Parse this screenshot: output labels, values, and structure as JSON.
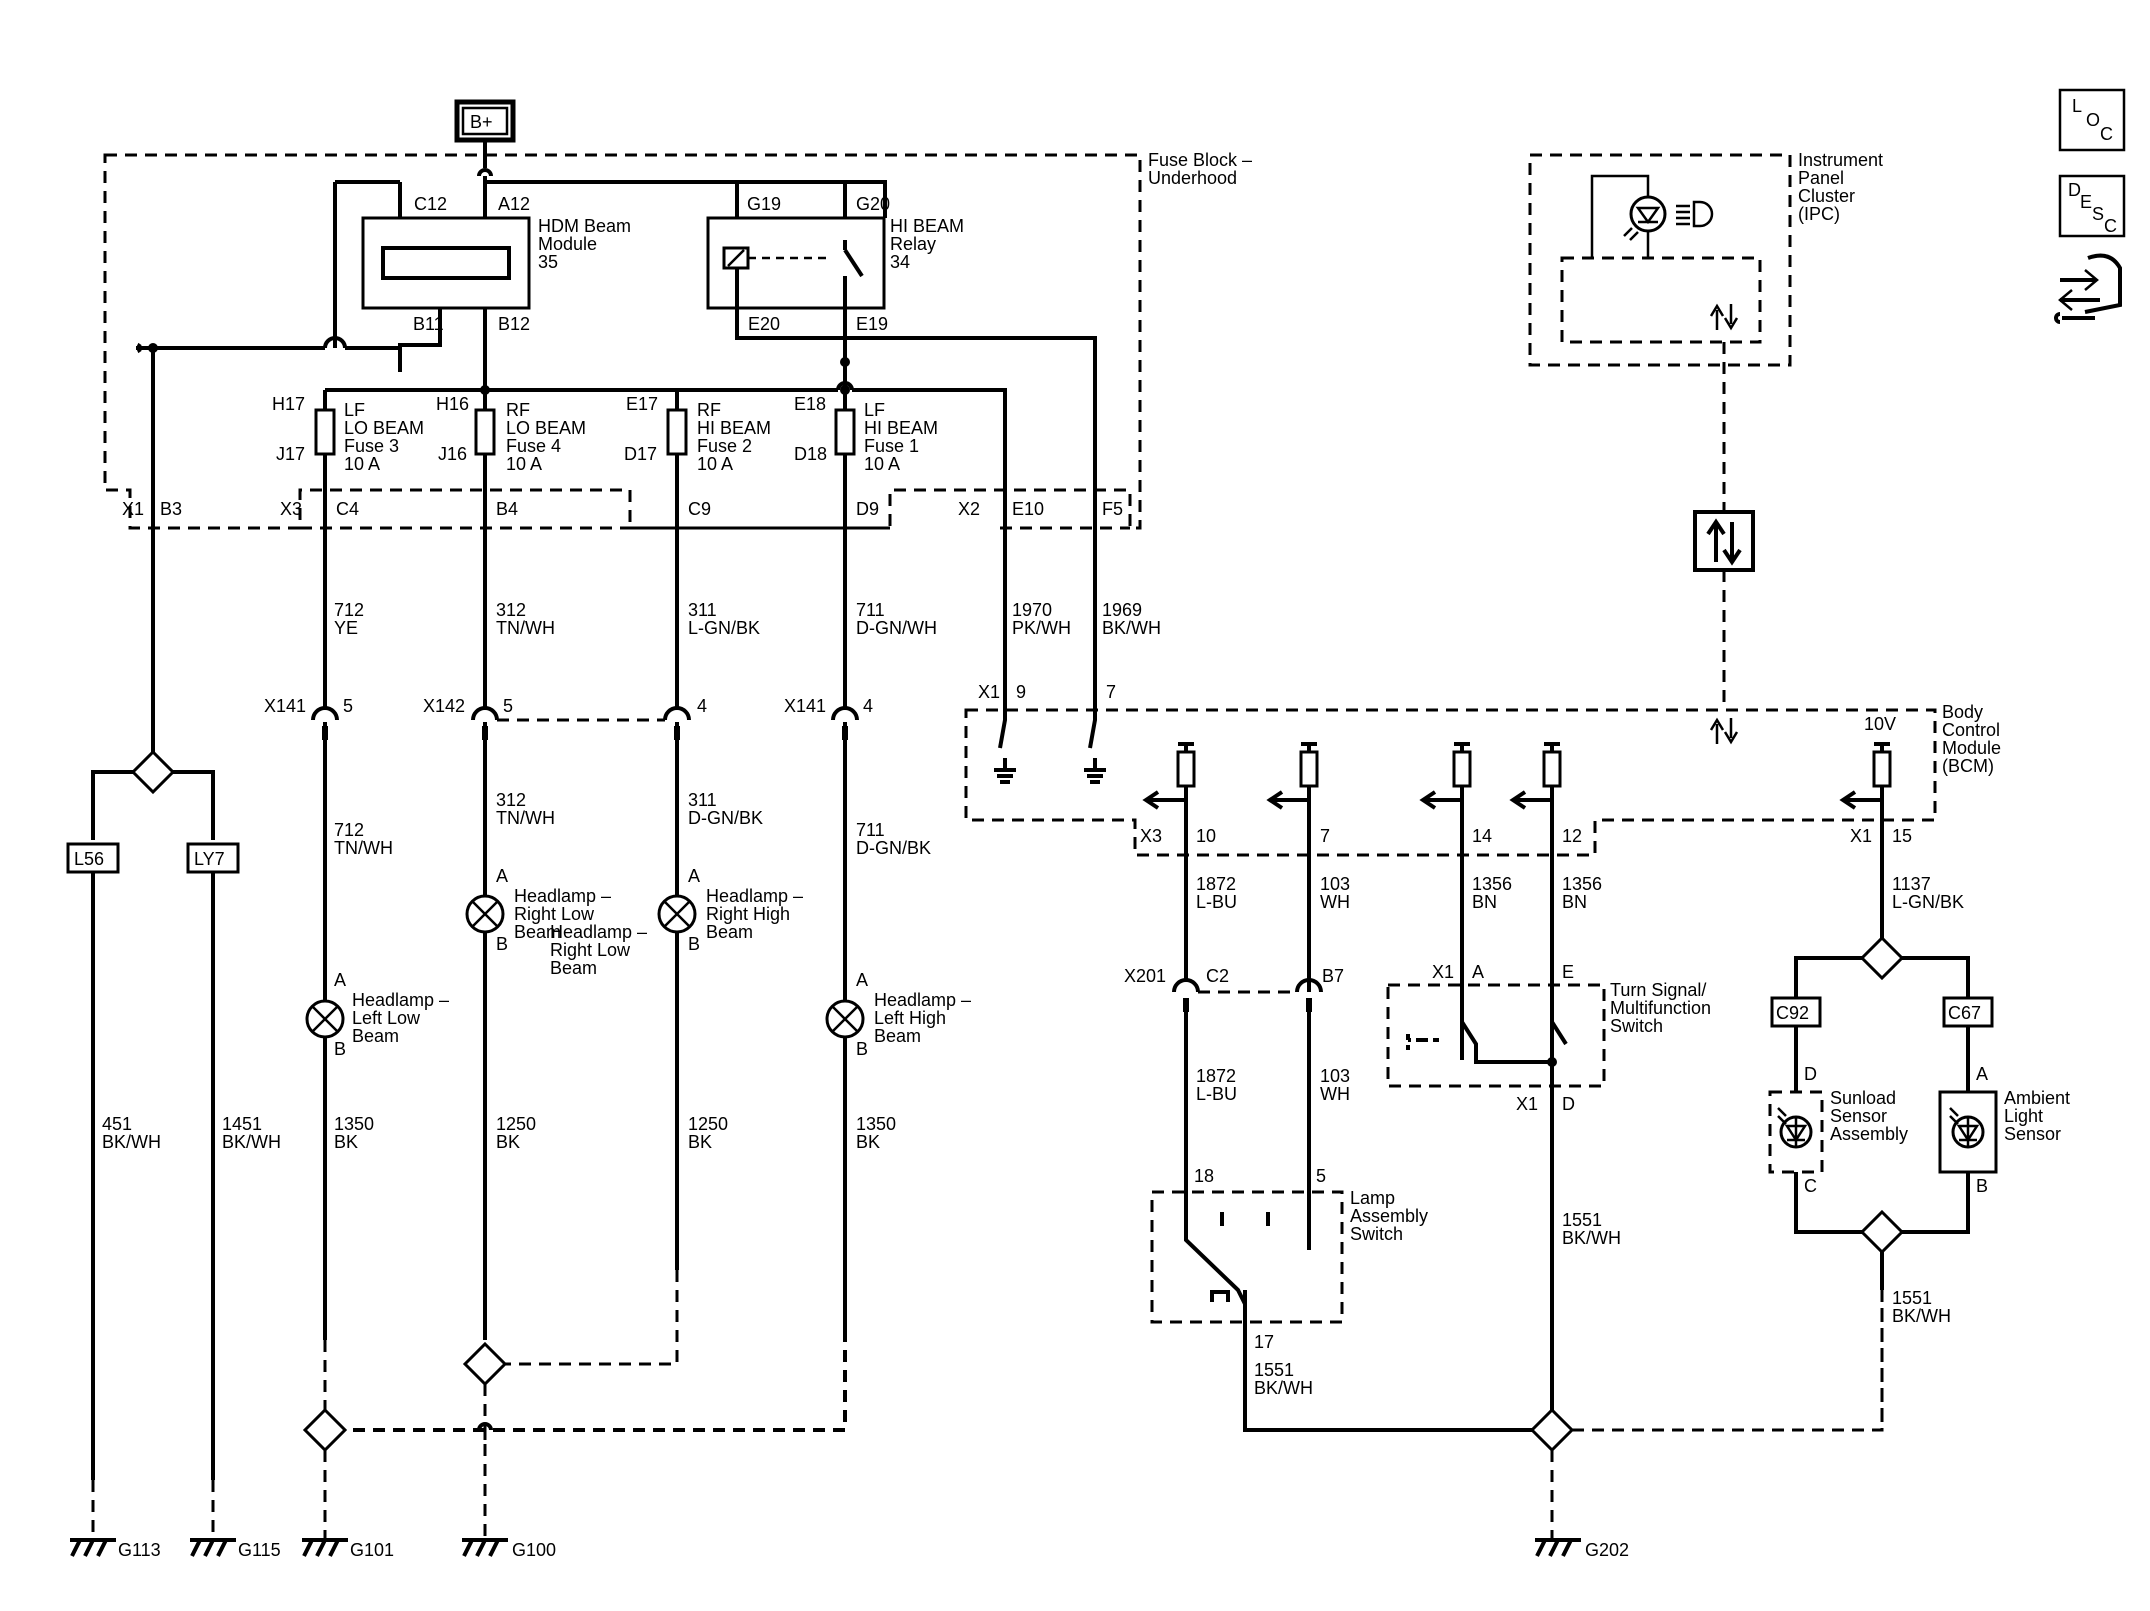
{
  "battery_label": "B+",
  "side_icons": {
    "loc": [
      "L",
      "O",
      "C"
    ],
    "desc": [
      "D",
      "E",
      "S",
      "C"
    ],
    "conn_icon": "connector-info-icon"
  },
  "modules": {
    "fuse_block": [
      "Fuse Block –",
      "Underhood"
    ],
    "ipc": [
      "Instrument",
      "Panel",
      "Cluster",
      "(IPC)"
    ],
    "bcm": [
      "Body",
      "Control",
      "Module",
      "(BCM)"
    ],
    "hdm": [
      "HDM Beam",
      "Module",
      "35"
    ],
    "relay": [
      "HI BEAM",
      "Relay",
      "34"
    ],
    "turn_signal": [
      "Turn Signal/",
      "Multifunction",
      "Switch"
    ],
    "lamp_switch": [
      "Lamp",
      "Assembly",
      "Switch"
    ],
    "sunload": [
      "Sunload",
      "Sensor",
      "Assembly"
    ],
    "ambient": [
      "Ambient",
      "Light",
      "Sensor"
    ]
  },
  "fuses": [
    {
      "top": "H17",
      "bottom": "J17",
      "label": [
        "LF",
        "LO BEAM",
        "Fuse 3",
        "10 A"
      ]
    },
    {
      "top": "H16",
      "bottom": "J16",
      "label": [
        "RF",
        "LO BEAM",
        "Fuse 4",
        "10 A"
      ]
    },
    {
      "top": "E17",
      "bottom": "D17",
      "label": [
        "RF",
        "HI BEAM",
        "Fuse 2",
        "10 A"
      ]
    },
    {
      "top": "E18",
      "bottom": "D18",
      "label": [
        "LF",
        "HI BEAM",
        "Fuse 1",
        "10 A"
      ]
    }
  ],
  "pins": {
    "c12": "C12",
    "a12": "A12",
    "b11": "B11",
    "b12": "B12",
    "g19": "G19",
    "g20": "G20",
    "e20": "E20",
    "e19": "E19",
    "x1": "X1",
    "b3": "B3",
    "x3a": "X3",
    "c4": "C4",
    "b4": "B4",
    "c9": "C9",
    "d9": "D9",
    "x2": "X2",
    "e10": "E10",
    "f5": "F5",
    "bcm_x1": "X1",
    "p9": "9",
    "p7": "7",
    "bcm_10v": "10V",
    "x3b": "X3",
    "p10": "10",
    "p7b": "7",
    "p14": "14",
    "p12": "12",
    "x1b": "X1",
    "p15": "15",
    "x201": "X201",
    "c2": "C2",
    "b7": "B7",
    "ts_x1": "X1",
    "ts_a": "A",
    "ts_e": "E",
    "ts_x1d": "X1",
    "ts_d": "D",
    "ls_18": "18",
    "ls_5": "5",
    "ls_17": "17",
    "c92": "C92",
    "c67": "C67",
    "sl_d": "D",
    "sl_c": "C",
    "al_a": "A",
    "al_b": "B"
  },
  "connectors": [
    {
      "name": "X141",
      "pin": "5"
    },
    {
      "name": "X142",
      "pin": "5"
    },
    {
      "name": "",
      "pin": "4"
    },
    {
      "name": "X141",
      "pin": "4"
    }
  ],
  "wires": {
    "w712a": [
      "712",
      "YE"
    ],
    "w312a": [
      "312",
      "TN/WH"
    ],
    "w311a": [
      "311",
      "L-GN/BK"
    ],
    "w711a": [
      "711",
      "D-GN/WH"
    ],
    "w1970": [
      "1970",
      "PK/WH"
    ],
    "w1969": [
      "1969",
      "BK/WH"
    ],
    "w712b": [
      "712",
      "TN/WH"
    ],
    "w312b": [
      "312",
      "TN/WH"
    ],
    "w311b": [
      "311",
      "D-GN/BK"
    ],
    "w711b": [
      "711",
      "D-GN/BK"
    ],
    "w451": [
      "451",
      "BK/WH"
    ],
    "w1451": [
      "1451",
      "BK/WH"
    ],
    "w1350a": [
      "1350",
      "BK"
    ],
    "w1250a": [
      "1250",
      "BK"
    ],
    "w1250b": [
      "1250",
      "BK"
    ],
    "w1350b": [
      "1350",
      "BK"
    ],
    "w1872a": [
      "1872",
      "L-BU"
    ],
    "w103a": [
      "103",
      "WH"
    ],
    "w1356a": [
      "1356",
      "BN"
    ],
    "w1356b": [
      "1356",
      "BN"
    ],
    "w1137": [
      "1137",
      "L-GN/BK"
    ],
    "w1872b": [
      "1872",
      "L-BU"
    ],
    "w103b": [
      "103",
      "WH"
    ],
    "w1551a": [
      "1551",
      "BK/WH"
    ],
    "w1551b": [
      "1551",
      "BK/WH"
    ],
    "w1551c": [
      "1551",
      "BK/WH"
    ]
  },
  "options": {
    "l56": "L56",
    "ly7": "LY7"
  },
  "lamps": {
    "left_low": [
      "Headlamp –",
      "Left Low",
      "Beam"
    ],
    "right_low": [
      "Headlamp –",
      "Right Low",
      "Beam"
    ],
    "right_low_dup": [
      "Headlamp –",
      "Right Low",
      "Beam"
    ],
    "right_high": [
      "Headlamp –",
      "Right High",
      "Beam"
    ],
    "left_high": [
      "Headlamp –",
      "Left High",
      "Beam"
    ],
    "pin_a": "A",
    "pin_b": "B"
  },
  "grounds": [
    "G113",
    "G115",
    "G101",
    "G100",
    "G202"
  ]
}
